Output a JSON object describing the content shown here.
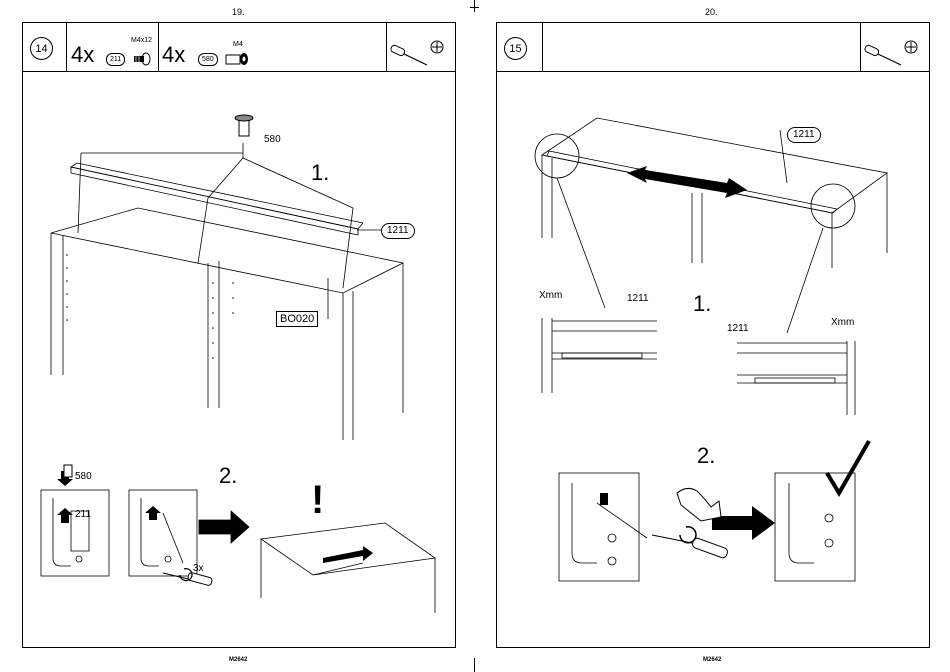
{
  "left_page": {
    "page_number": "19.",
    "footer": "M2642",
    "step": "14",
    "header": {
      "parts": [
        {
          "qty": "4x",
          "part": "211",
          "spec": "M4x12"
        },
        {
          "qty": "4x",
          "part": "580",
          "spec": "M4"
        }
      ]
    },
    "labels": {
      "screw": "580",
      "rail": "1211",
      "panel": "BO020",
      "step1": "1.",
      "step2": "2.",
      "detail_screw": "580",
      "detail_nut": "211",
      "turns": "3x",
      "warning": "!"
    }
  },
  "right_page": {
    "page_number": "20.",
    "footer": "M2642",
    "step": "15",
    "labels": {
      "rail": "1211",
      "gap_left": "Xmm",
      "gap_right": "Xmm",
      "rail_left": "1211",
      "rail_right": "1211",
      "step1": "1.",
      "step2": "2."
    }
  }
}
